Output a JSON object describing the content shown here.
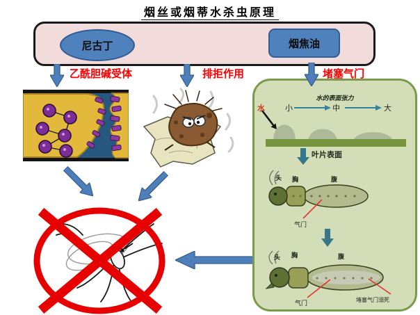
{
  "title": "烟丝或烟蒂水杀虫原理",
  "top_box": {
    "nicotine": "尼古丁",
    "tar": "烟焦油"
  },
  "branches": {
    "receptor": "乙酰胆碱受体",
    "repellent": "排拒作用",
    "block": "堵塞气门"
  },
  "panel": {
    "tension_title": "水的表面张力",
    "water": "水",
    "small": "小",
    "medium": "中",
    "large": "大",
    "leaf_surface": "叶片表面",
    "head": "头",
    "thorax": "胸",
    "abdomen": "腹",
    "spiracle": "气门",
    "blocked_death": "堵塞气门溺死"
  },
  "colors": {
    "arrow_blue": "#4e7fba",
    "label_red": "#ff0000",
    "box_pink": "#f2dcdb",
    "shape_blue": "#4f81bd",
    "panel_fill": "#d3ddb8",
    "panel_border": "#7a9a4c",
    "leaf_bar_green": "#76943c",
    "teal_arrow": "#31849b",
    "prohibition_red": "#e60000"
  }
}
